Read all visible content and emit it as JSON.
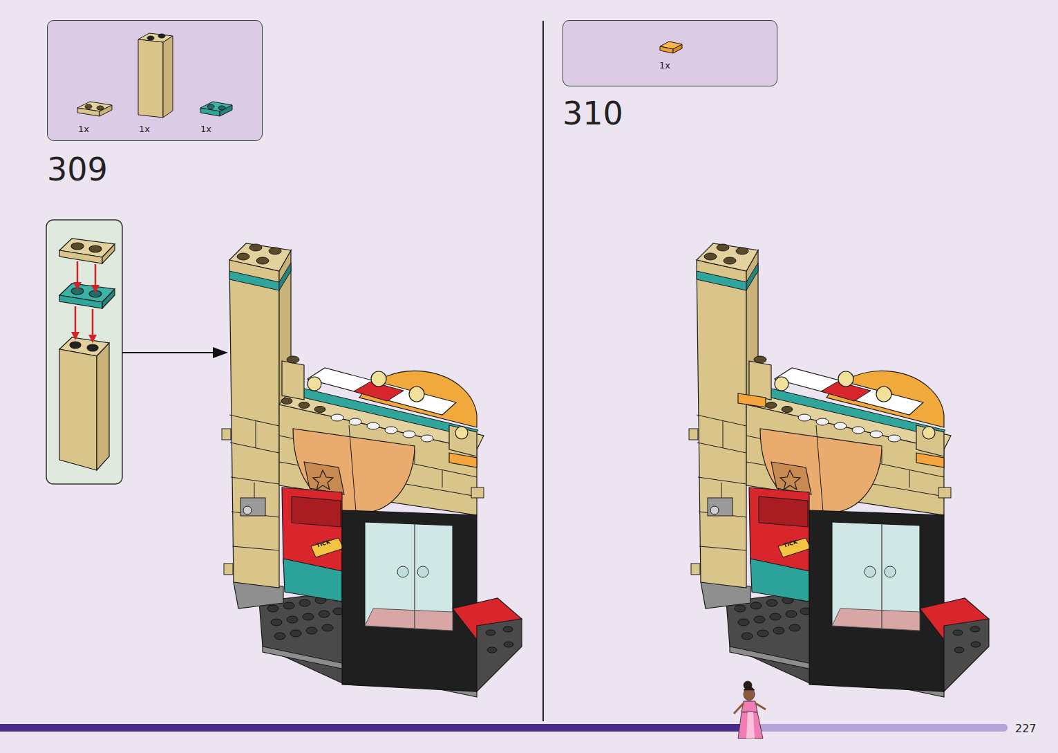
{
  "diagram": {
    "nodes": [
      {
        "text": [
          "1x",
          "1x",
          "1x"
        ]
      },
      {
        "text": [
          "1x"
        ]
      }
    ],
    "labels": [
      "309",
      "310",
      "227",
      "TICK",
      "TICK"
    ]
  }
}
